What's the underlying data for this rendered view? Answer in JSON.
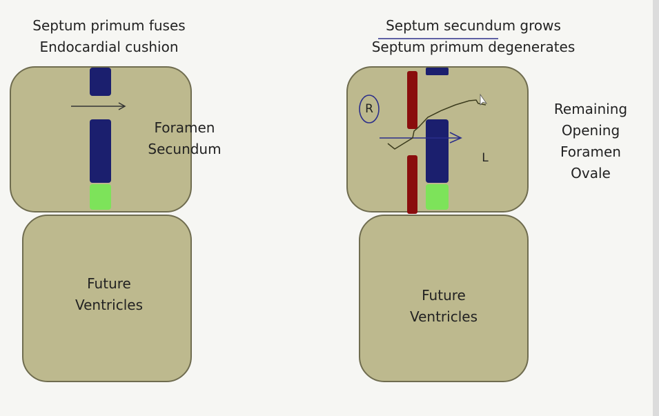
{
  "left_panel": {
    "title_lines": [
      "Septum primum fuses",
      "Endocardial cushion"
    ],
    "atrium_label_lines": [
      "Foramen",
      "Secundum"
    ],
    "ventricle_label_lines": [
      "Future",
      "Ventricles"
    ]
  },
  "right_panel": {
    "title_lines": [
      "Septum secundum grows",
      "Septum primum degenerates"
    ],
    "right_atrium_marker": "R",
    "left_atrium_marker": "L",
    "side_label_lines": [
      "Remaining",
      "Opening",
      "Foramen",
      "Ovale"
    ],
    "ventricle_label_lines": [
      "Future",
      "Ventricles"
    ]
  },
  "colors": {
    "chamber_fill": "#bdb98e",
    "chamber_stroke": "#6f6c4f",
    "septum_primum": "#1b1f6e",
    "endocardial_cushion": "#7de35a",
    "septum_secundum": "#8a0d0d",
    "annotation_ink": "#2b2e8a"
  }
}
